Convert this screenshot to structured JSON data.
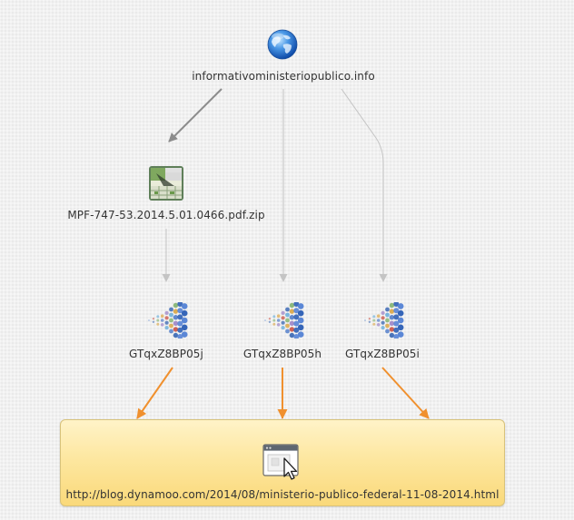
{
  "graph": {
    "domain_node": {
      "label": "informativoministeriopublico.info",
      "icon": "globe-icon"
    },
    "file_node": {
      "label": "MPF-747-53.2014.5.01.0466.pdf.zip",
      "icon": "archive-file-icon"
    },
    "sample_nodes": [
      {
        "label": "GTqxZ8BP05j",
        "icon": "sample-dots-icon"
      },
      {
        "label": "GTqxZ8BP05h",
        "icon": "sample-dots-icon"
      },
      {
        "label": "GTqxZ8BP05i",
        "icon": "sample-dots-icon"
      }
    ],
    "url_node": {
      "label": "http://blog.dynamoo.com/2014/08/ministerio-publico-federal-11-08-2014.html",
      "icon": "web-page-icon"
    },
    "colors": {
      "strong_edge": "#8c8c8c",
      "light_edge": "#bdbdbd",
      "orange_edge": "#f0902e",
      "highlight_box": "#fde7a0"
    }
  }
}
